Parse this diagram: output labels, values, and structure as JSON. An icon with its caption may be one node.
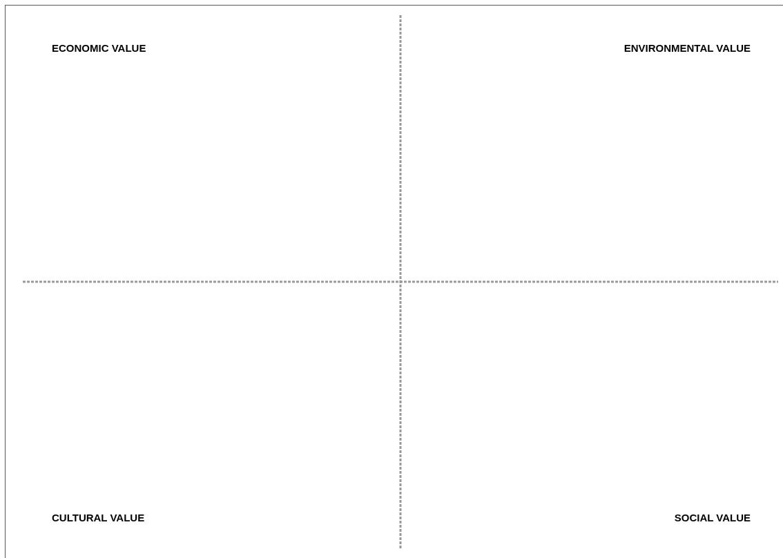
{
  "diagram": {
    "labels": [
      "ECONOMIC VALUE",
      "ENVIRONMENTAL VALUE",
      "CULTURAL VALUE",
      "SOCIAL VALUE"
    ]
  }
}
